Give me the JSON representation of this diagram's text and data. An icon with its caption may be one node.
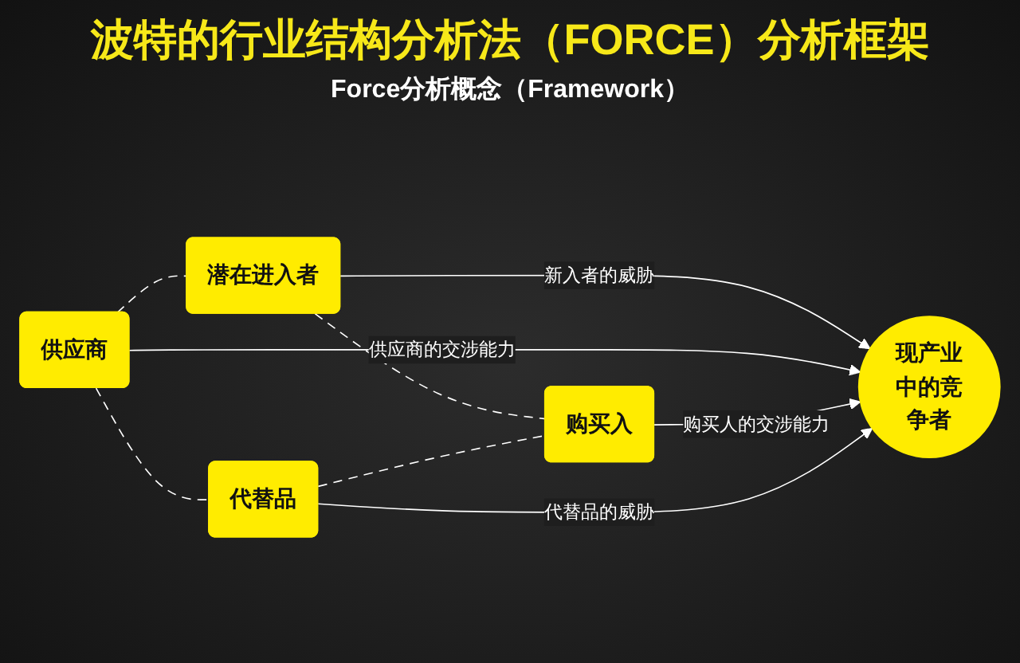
{
  "diagram": {
    "title": "波特的行业结构分析法（FORCE）分析框架",
    "nodes": [
      {
        "text": [
          "潜在进入者"
        ]
      },
      {
        "text": [
          "供应商"
        ]
      },
      {
        "text": [
          "现产业中的竞争者"
        ]
      },
      {
        "text": [
          "购买入"
        ]
      },
      {
        "text": [
          "代替品"
        ]
      }
    ],
    "edges": [
      {
        "from": 0,
        "to": 2,
        "arrow": "to",
        "label": "新入者的威胁"
      },
      {
        "from": 1,
        "to": 2,
        "arrow": "to",
        "label": "供应商的交涉能力"
      },
      {
        "from": 3,
        "to": 2,
        "arrow": "to",
        "label": "购买人的交涉能力"
      },
      {
        "from": 4,
        "to": 2,
        "arrow": "to",
        "label": "代替品的威胁"
      },
      {
        "from": 1,
        "to": 0,
        "arrow": "none",
        "style": "dashed"
      },
      {
        "from": 1,
        "to": 4,
        "arrow": "none",
        "style": "dashed"
      },
      {
        "from": 0,
        "to": 3,
        "arrow": "none",
        "style": "dashed"
      },
      {
        "from": 4,
        "to": 3,
        "arrow": "none",
        "style": "dashed"
      }
    ],
    "labels": [
      "Force分析概念（Framework）"
    ]
  }
}
